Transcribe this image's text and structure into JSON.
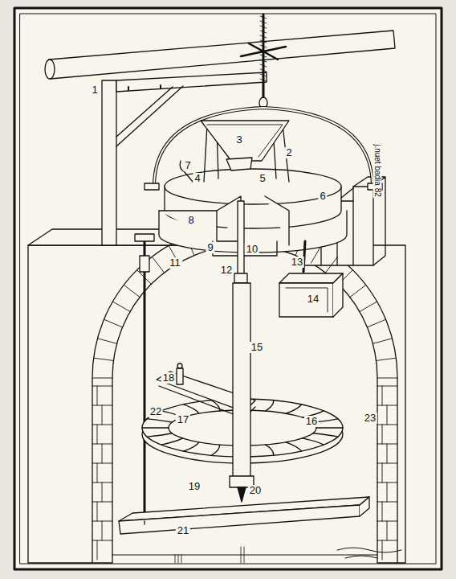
{
  "diagram": {
    "labels": [
      "1",
      "2",
      "3",
      "4",
      "5",
      "6",
      "7",
      "8",
      "9",
      "10",
      "11",
      "12",
      "13",
      "14",
      "15",
      "16",
      "17",
      "18",
      "19",
      "20",
      "21",
      "22",
      "23",
      "j.nuet badia 82"
    ]
  }
}
